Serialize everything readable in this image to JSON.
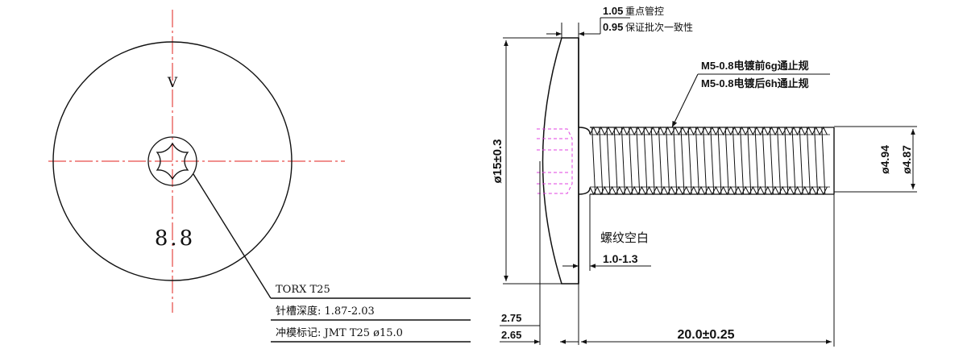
{
  "front_view": {
    "mark_v": "V",
    "grade": "8.8"
  },
  "callout_table": {
    "row1": "TORX T25",
    "row2": "针槽深度: 1.87-2.03",
    "row3": "冲模标记: JMT T25 ø15.0"
  },
  "side_view": {
    "head_thickness_upper": "1.05",
    "head_thickness_upper_note": "重点管控",
    "head_thickness_lower": "0.95",
    "head_thickness_lower_note": "保证批次一致性",
    "thread_note_1": "M5-0.8电镀前6g通止规",
    "thread_note_2": "M5-0.8电镀后6h通止规",
    "head_diameter": "ø15±0.3",
    "major_diameter": "ø4.94",
    "minor_diameter": "ø4.87",
    "thread_gap_label": "螺纹空白",
    "thread_gap_value": "1.0-1.3",
    "head_height_upper": "2.75",
    "head_height_lower": "2.65",
    "length": "20.0±0.25"
  },
  "colors": {
    "line": "#111111",
    "center_line": "#e0201c",
    "hidden_line": "#e040e0"
  }
}
